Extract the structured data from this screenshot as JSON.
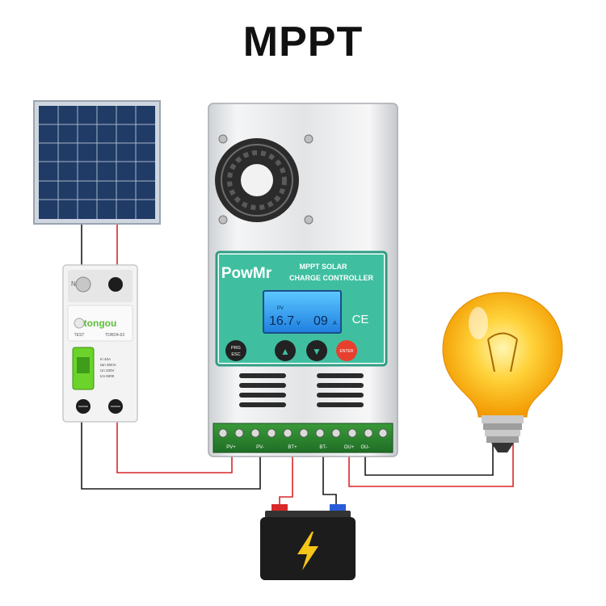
{
  "title": "MPPT",
  "controller": {
    "brand": "PowMr",
    "product_line1": "MPPT SOLAR",
    "product_line2": "CHARGE CONTROLLER",
    "lcd": {
      "top_label": "PV",
      "value_left": "16.7",
      "unit_left": "V",
      "value_right": "09",
      "unit_right": "A"
    },
    "ce_mark": "CE",
    "buttons": {
      "prg_line1": "PRG",
      "prg_line2": "ESC",
      "up": "▲",
      "down": "▼",
      "enter": "ENTER"
    },
    "terminals": [
      "PV+",
      "PV-",
      "BT+",
      "BT-",
      "OU+",
      "OU-"
    ],
    "colors": {
      "panel_green": "#3fbfa0",
      "enter_red": "#e8402f",
      "lcd_blue": "#2a8fe0"
    }
  },
  "breaker": {
    "brand": "tongou",
    "model": "TORD4-63",
    "test_label": "TEST",
    "terminal_n": "N",
    "rating_lines": [
      "In 40A",
      "IΔn 30mA",
      "Un 230V",
      "Icn 6000"
    ],
    "colors": {
      "toggle": "#6bd32a"
    }
  },
  "battery": {
    "colors": {
      "body": "#1c1c1c",
      "bolt": "#f5c518",
      "positive": "#d8282a",
      "negative": "#2a5bd8"
    }
  },
  "wires": {
    "positive": "#d7262a",
    "negative": "#1a1a1a"
  }
}
